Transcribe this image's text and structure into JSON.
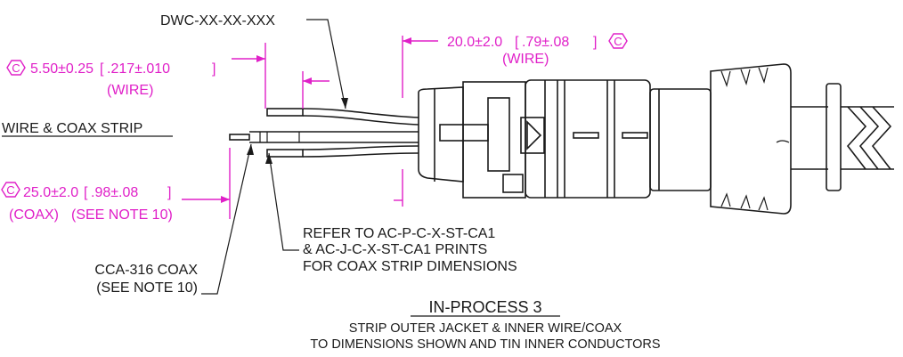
{
  "labels": {
    "dwc": "DWC-XX-XX-XXX",
    "wire_strip": "WIRE & COAX STRIP",
    "refer_1": "REFER TO AC-P-C-X-ST-CA1",
    "refer_2": "& AC-J-C-X-ST-CA1 PRINTS",
    "refer_3": "FOR COAX STRIP DIMENSIONS",
    "coax_1": "CCA-316 COAX",
    "coax_2": "(SEE NOTE 10)",
    "title": "IN-PROCESS 3",
    "sub_1": "STRIP OUTER JACKET & INNER WIRE/COAX",
    "sub_2": "TO DIMENSIONS SHOWN AND TIN INNER CONDUCTORS"
  },
  "dims": {
    "d1_value": "5.50±0.25",
    "d1_inch": ".217±.010",
    "d1_note": "(WIRE)",
    "d2_value": "20.0±2.0",
    "d2_inch": ".79±.08",
    "d2_note": "(WIRE)",
    "d3_value": "25.0±2.0",
    "d3_inch": ".98±.08",
    "d3_note": "(COAX)",
    "d3_note2": "(SEE NOTE 10)"
  },
  "symbols": {
    "critical": "C"
  },
  "colors": {
    "dimension": "#e020c8",
    "drawing": "#1a1a1a"
  }
}
